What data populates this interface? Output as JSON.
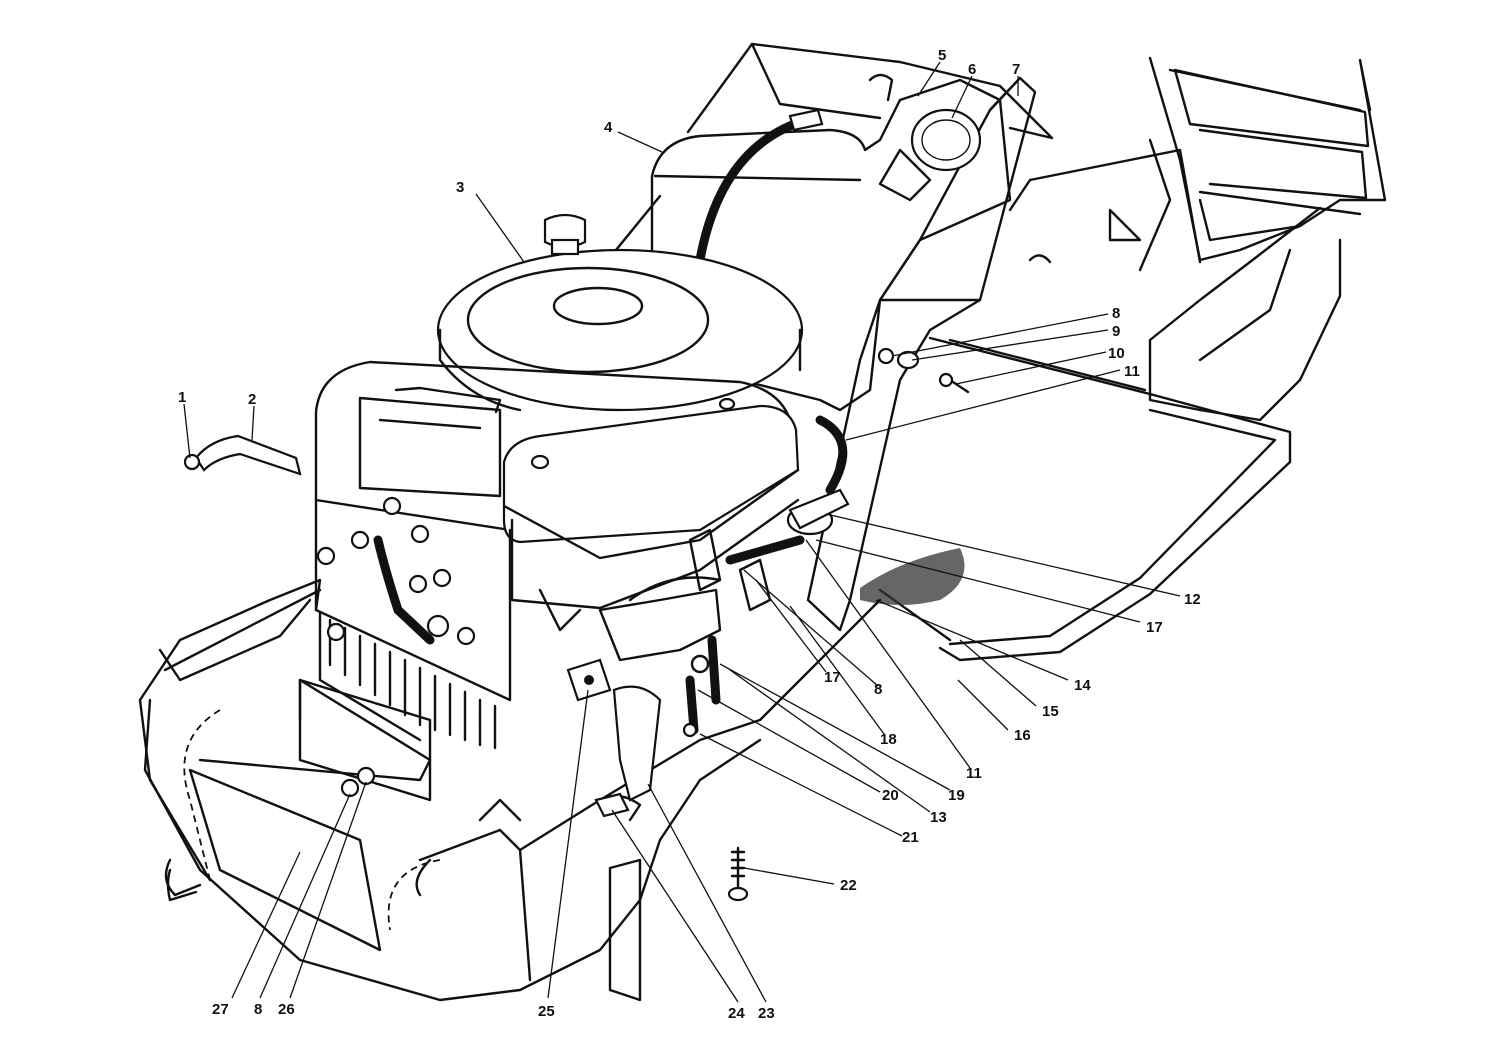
{
  "diagram": {
    "part_labels": [
      "1",
      "2",
      "3",
      "4",
      "5",
      "6",
      "7",
      "8",
      "9",
      "10",
      "11",
      "12",
      "17",
      "14",
      "15",
      "16",
      "17",
      "8",
      "18",
      "11",
      "19",
      "20",
      "13",
      "21",
      "22",
      "27",
      "8",
      "26",
      "25",
      "24",
      "23"
    ]
  }
}
